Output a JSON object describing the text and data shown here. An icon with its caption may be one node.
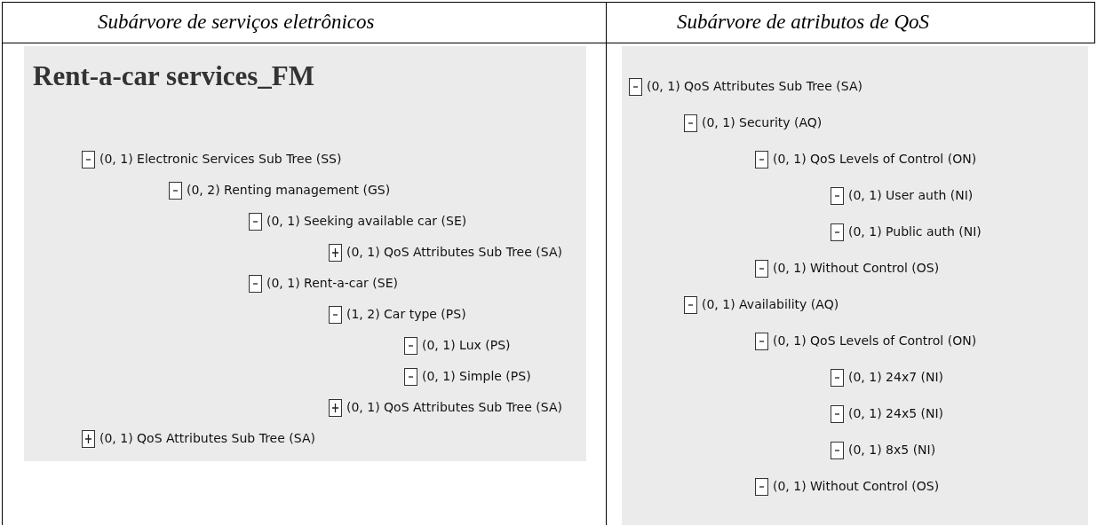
{
  "diagram": {
    "labels": [
      "Subárvore de serviços eletrônicos",
      "Subárvore de atributos de QoS",
      "Rent-a-car services_FM",
      "(0, 1) Electronic Services Sub Tree (SS)",
      "(0, 2) Renting management (GS)",
      "(0, 1) Seeking available car (SE)",
      "(0, 1) QoS Attributes Sub Tree (SA)",
      "(0, 1) Rent-a-car (SE)",
      "(1, 2) Car type (PS)",
      "(0, 1) Lux (PS)",
      "(0, 1) Simple (PS)",
      "(0, 1) QoS Attributes Sub Tree (SA)",
      "(0, 1) QoS Attributes Sub Tree (SA)",
      "(0, 1) QoS Attributes Sub Tree (SA)",
      "(0, 1) Security (AQ)",
      "(0, 1) QoS Levels of Control (ON)",
      "(0, 1) User auth (NI)",
      "(0, 1) Public auth (NI)",
      "(0, 1) Without Control (OS)",
      "(0, 1) Availability (AQ)",
      "(0, 1) QoS Levels of Control (ON)",
      "(0, 1) 24x7 (NI)",
      "(0, 1) 24x5 (NI)",
      "(0, 1) 8x5 (NI)",
      "(0, 1) Without Control (OS)"
    ]
  }
}
